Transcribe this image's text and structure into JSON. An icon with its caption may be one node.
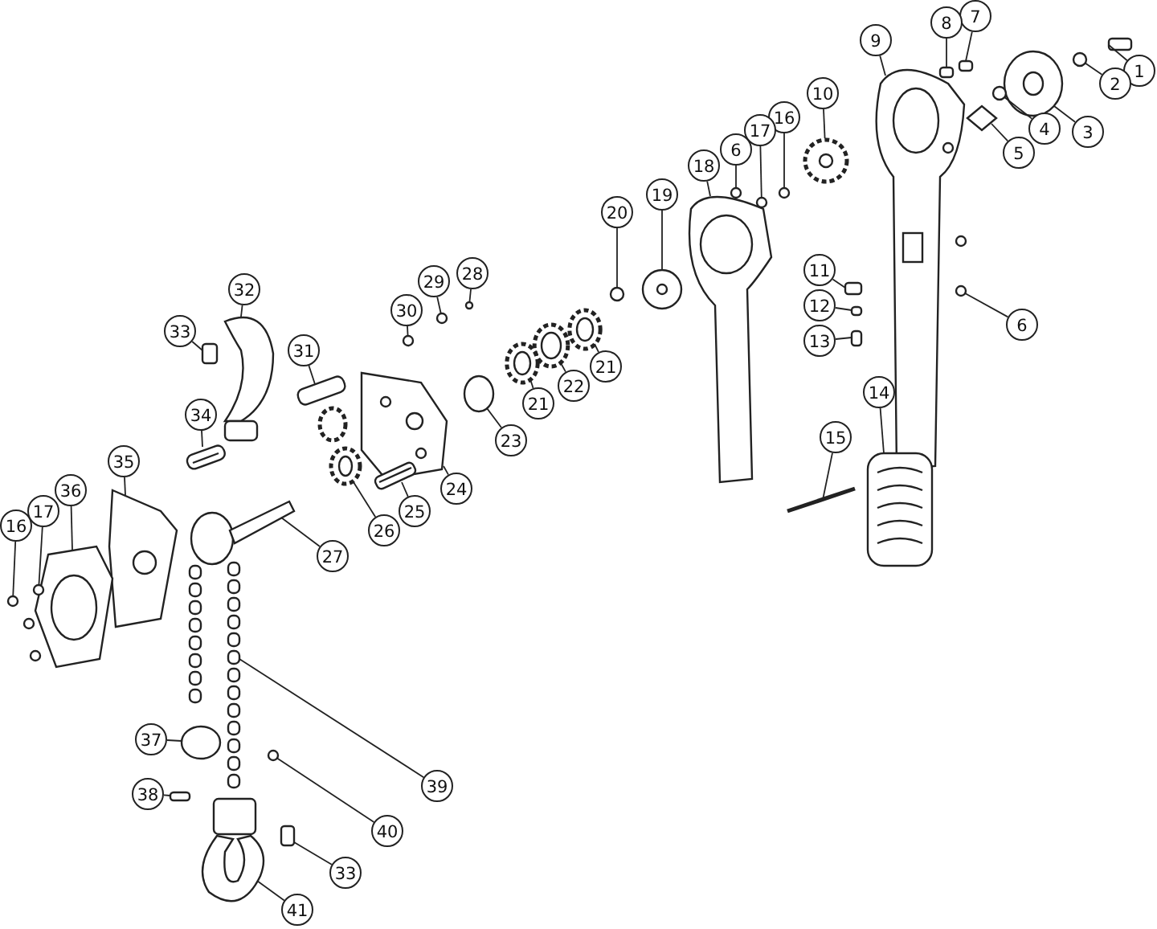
{
  "diagram": {
    "nodes": [
      {
        "text": [
          "1"
        ]
      },
      {
        "text": [
          "2"
        ]
      },
      {
        "text": [
          "3"
        ]
      },
      {
        "text": [
          "4"
        ]
      },
      {
        "text": [
          "5"
        ]
      },
      {
        "text": [
          "6"
        ]
      },
      {
        "text": [
          "7"
        ]
      },
      {
        "text": [
          "8"
        ]
      },
      {
        "text": [
          "9"
        ]
      },
      {
        "text": [
          "10"
        ]
      },
      {
        "text": [
          "11"
        ]
      },
      {
        "text": [
          "12"
        ]
      },
      {
        "text": [
          "13"
        ]
      },
      {
        "text": [
          "14"
        ]
      },
      {
        "text": [
          "15"
        ]
      },
      {
        "text": [
          "16"
        ]
      },
      {
        "text": [
          "17"
        ]
      },
      {
        "text": [
          "6"
        ]
      },
      {
        "text": [
          "18"
        ]
      },
      {
        "text": [
          "19"
        ]
      },
      {
        "text": [
          "20"
        ]
      },
      {
        "text": [
          "21"
        ]
      },
      {
        "text": [
          "22"
        ]
      },
      {
        "text": [
          "21"
        ]
      },
      {
        "text": [
          "23"
        ]
      },
      {
        "text": [
          "24"
        ]
      },
      {
        "text": [
          "25"
        ]
      },
      {
        "text": [
          "26"
        ]
      },
      {
        "text": [
          "27"
        ]
      },
      {
        "text": [
          "28"
        ]
      },
      {
        "text": [
          "29"
        ]
      },
      {
        "text": [
          "30"
        ]
      },
      {
        "text": [
          "31"
        ]
      },
      {
        "text": [
          "32"
        ]
      },
      {
        "text": [
          "33"
        ]
      },
      {
        "text": [
          "34"
        ]
      },
      {
        "text": [
          "35"
        ]
      },
      {
        "text": [
          "36"
        ]
      },
      {
        "text": [
          "16"
        ]
      },
      {
        "text": [
          "17"
        ]
      },
      {
        "text": [
          "37"
        ]
      },
      {
        "text": [
          "38"
        ]
      },
      {
        "text": [
          "39"
        ]
      },
      {
        "text": [
          "40"
        ]
      },
      {
        "text": [
          "33"
        ]
      },
      {
        "text": [
          "41"
        ]
      },
      {
        "text": [],
        "shape": "box"
      },
      {
        "text": [],
        "shape": "circle"
      },
      {
        "text": [],
        "shape": "picture"
      },
      {
        "text": [],
        "shape": "circle"
      },
      {
        "text": [],
        "shape": "diamond"
      },
      {
        "text": [],
        "shape": "circle"
      },
      {
        "text": [],
        "shape": "box"
      },
      {
        "text": [],
        "shape": "box"
      },
      {
        "text": [],
        "shape": "picture"
      },
      {
        "text": [],
        "shape": "picture"
      },
      {
        "text": [],
        "shape": "box"
      },
      {
        "text": [],
        "shape": "box"
      },
      {
        "text": [],
        "shape": "box"
      },
      {
        "text": [],
        "shape": "picture"
      },
      {
        "text": [],
        "shape": "picture"
      },
      {
        "text": [],
        "shape": "circle"
      },
      {
        "text": [],
        "shape": "circle"
      },
      {
        "text": [],
        "shape": "circle"
      },
      {
        "text": [],
        "shape": "picture"
      },
      {
        "text": [],
        "shape": "picture"
      },
      {
        "text": [],
        "shape": "circle"
      },
      {
        "text": [],
        "shape": "picture"
      },
      {
        "text": [],
        "shape": "picture"
      },
      {
        "text": [],
        "shape": "picture"
      },
      {
        "text": [],
        "shape": "circle"
      },
      {
        "text": [],
        "shape": "picture"
      },
      {
        "text": [],
        "shape": "picture"
      },
      {
        "text": [],
        "shape": "picture"
      },
      {
        "text": [],
        "shape": "picture"
      },
      {
        "text": [],
        "shape": "circle"
      },
      {
        "text": [],
        "shape": "circle"
      },
      {
        "text": [],
        "shape": "circle"
      },
      {
        "text": [],
        "shape": "picture"
      },
      {
        "text": [],
        "shape": "picture"
      },
      {
        "text": [],
        "shape": "box"
      },
      {
        "text": [],
        "shape": "picture"
      },
      {
        "text": [],
        "shape": "picture"
      },
      {
        "text": [],
        "shape": "picture"
      },
      {
        "text": [],
        "shape": "circle"
      },
      {
        "text": [],
        "shape": "circle"
      },
      {
        "text": [],
        "shape": "picture"
      },
      {
        "text": [],
        "shape": "box"
      },
      {
        "text": [],
        "shape": "picture"
      },
      {
        "text": [],
        "shape": "circle"
      },
      {
        "text": [],
        "shape": "box"
      },
      {
        "text": [],
        "shape": "picture"
      }
    ],
    "edges": [
      {
        "from": 0,
        "to": 46,
        "arrow": "none"
      },
      {
        "from": 1,
        "to": 47,
        "arrow": "none"
      },
      {
        "from": 2,
        "to": 48,
        "arrow": "none"
      },
      {
        "from": 3,
        "to": 49,
        "arrow": "none"
      },
      {
        "from": 4,
        "to": 50,
        "arrow": "none"
      },
      {
        "from": 5,
        "to": 51,
        "arrow": "none"
      },
      {
        "from": 6,
        "to": 52,
        "arrow": "none"
      },
      {
        "from": 7,
        "to": 53,
        "arrow": "none"
      },
      {
        "from": 8,
        "to": 54,
        "arrow": "none"
      },
      {
        "from": 9,
        "to": 55,
        "arrow": "none"
      },
      {
        "from": 10,
        "to": 56,
        "arrow": "none"
      },
      {
        "from": 11,
        "to": 57,
        "arrow": "none"
      },
      {
        "from": 12,
        "to": 58,
        "arrow": "none"
      },
      {
        "from": 13,
        "to": 59,
        "arrow": "none"
      },
      {
        "from": 14,
        "to": 60,
        "arrow": "none"
      },
      {
        "from": 15,
        "to": 61,
        "arrow": "none"
      },
      {
        "from": 16,
        "to": 62,
        "arrow": "none"
      },
      {
        "from": 17,
        "to": 63,
        "arrow": "none"
      },
      {
        "from": 18,
        "to": 64,
        "arrow": "none"
      },
      {
        "from": 19,
        "to": 65,
        "arrow": "none"
      },
      {
        "from": 20,
        "to": 66,
        "arrow": "none"
      },
      {
        "from": 21,
        "to": 67,
        "arrow": "none"
      },
      {
        "from": 22,
        "to": 68,
        "arrow": "none"
      },
      {
        "from": 23,
        "to": 69,
        "arrow": "none"
      },
      {
        "from": 24,
        "to": 70,
        "arrow": "none"
      },
      {
        "from": 25,
        "to": 71,
        "arrow": "none"
      },
      {
        "from": 26,
        "to": 72,
        "arrow": "none"
      },
      {
        "from": 27,
        "to": 73,
        "arrow": "none"
      },
      {
        "from": 28,
        "to": 74,
        "arrow": "none"
      },
      {
        "from": 29,
        "to": 75,
        "arrow": "none"
      },
      {
        "from": 30,
        "to": 76,
        "arrow": "none"
      },
      {
        "from": 31,
        "to": 77,
        "arrow": "none"
      },
      {
        "from": 32,
        "to": 78,
        "arrow": "none"
      },
      {
        "from": 33,
        "to": 79,
        "arrow": "none"
      },
      {
        "from": 34,
        "to": 80,
        "arrow": "none"
      },
      {
        "from": 35,
        "to": 81,
        "arrow": "none"
      },
      {
        "from": 36,
        "to": 82,
        "arrow": "none"
      },
      {
        "from": 37,
        "to": 83,
        "arrow": "none"
      },
      {
        "from": 38,
        "to": 84,
        "arrow": "none"
      },
      {
        "from": 39,
        "to": 85,
        "arrow": "none"
      },
      {
        "from": 40,
        "to": 86,
        "arrow": "none"
      },
      {
        "from": 41,
        "to": 87,
        "arrow": "none"
      },
      {
        "from": 42,
        "to": 88,
        "arrow": "none"
      },
      {
        "from": 43,
        "to": 89,
        "arrow": "none"
      },
      {
        "from": 44,
        "to": 90,
        "arrow": "none"
      },
      {
        "from": 45,
        "to": 91,
        "arrow": "none"
      }
    ]
  }
}
